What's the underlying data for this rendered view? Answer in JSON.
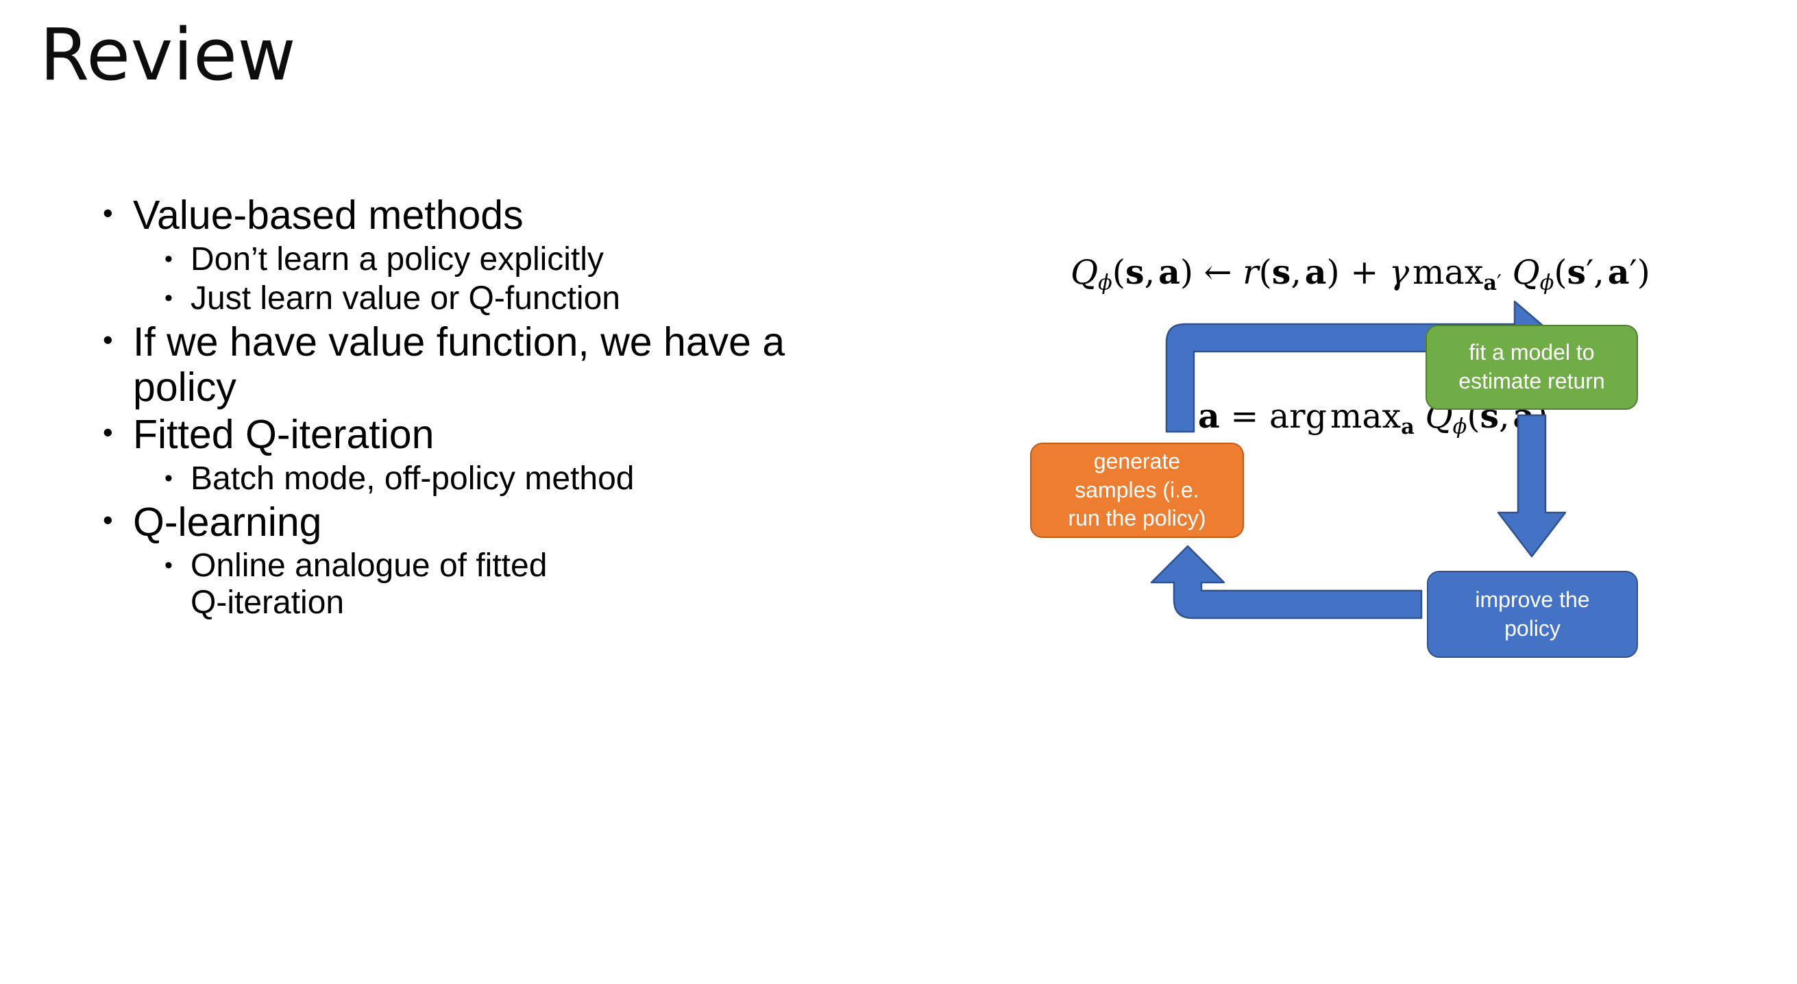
{
  "slide": {
    "title": "Review",
    "background_color": "#ffffff",
    "text_color": "#000000"
  },
  "body": {
    "bullet_glyph": "•",
    "items": [
      {
        "level": 1,
        "text": "Value-based methods"
      },
      {
        "level": 2,
        "text": "Don’t learn a policy explicitly"
      },
      {
        "level": 2,
        "text": "Just learn value or Q-function"
      },
      {
        "level": 1,
        "text": "If we have value function, we have a policy"
      },
      {
        "level": 1,
        "text": "Fitted Q-iteration"
      },
      {
        "level": 2,
        "text": "Batch mode, off-policy method"
      },
      {
        "level": 1,
        "text": "Q-learning"
      },
      {
        "level": 2,
        "text": "Online analogue of fitted Q-iteration"
      }
    ]
  },
  "diagram": {
    "equations": {
      "top_plain": "Qϕ(s, a) ← r(s, a) + γ max_a′ Qϕ(s′, a′)",
      "bottom_plain": "a = arg max_a Qϕ(s, a)",
      "top_parts": {
        "q": "Q",
        "phi": "ϕ",
        "open": "(",
        "s": "s",
        "comma": ", ",
        "a": "a",
        "close": ")",
        "arrow": "←",
        "r": "r",
        "plus": "+",
        "gamma": "γ",
        "max": "max",
        "aprime": "a′",
        "sprime": "s′"
      },
      "bottom_parts": {
        "a": "a",
        "equals": "=",
        "argmax": "arg max",
        "sub_a": "a",
        "q": "Q",
        "phi": "ϕ",
        "s": "s"
      }
    },
    "nodes": [
      {
        "id": "fit",
        "lines": [
          "fit a model to",
          "estimate return"
        ],
        "fill": "#70AD47",
        "border": "#507E32",
        "text_color": "#ffffff"
      },
      {
        "id": "generate",
        "lines": [
          "generate",
          "samples (i.e.",
          "run the policy)"
        ],
        "fill": "#ED7D31",
        "border": "#C25A15",
        "text_color": "#ffffff"
      },
      {
        "id": "improve",
        "lines": [
          "improve the",
          "policy"
        ],
        "fill": "#4472C4",
        "border": "#2F528F",
        "text_color": "#ffffff"
      }
    ],
    "arrows": [
      {
        "id": "generate-to-fit",
        "from": "generate",
        "to": "fit",
        "shape": "elbow-up-right",
        "color": "#4472C4"
      },
      {
        "id": "fit-to-improve",
        "from": "fit",
        "to": "improve",
        "shape": "straight-down",
        "color": "#4472C4"
      },
      {
        "id": "improve-to-generate",
        "from": "improve",
        "to": "generate",
        "shape": "elbow-left-up",
        "color": "#4472C4"
      }
    ],
    "arrow_color": "#4472C4",
    "arrow_border": "#2F528F"
  }
}
